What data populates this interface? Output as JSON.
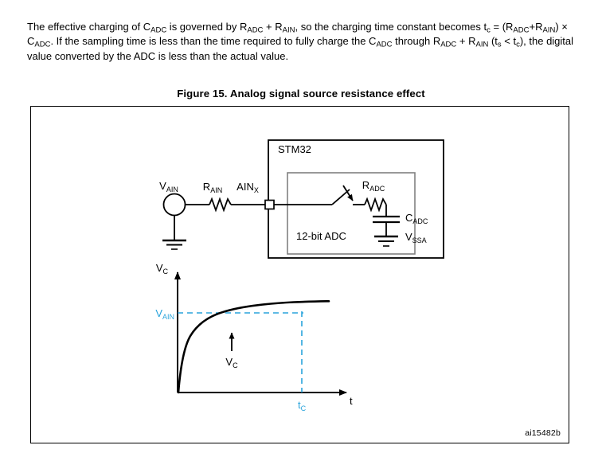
{
  "document": {
    "body_paragraph": {
      "segments": [
        {
          "t": "The effective charging of C"
        },
        {
          "t": "ADC",
          "sub": true
        },
        {
          "t": " is governed by R"
        },
        {
          "t": "ADC",
          "sub": true
        },
        {
          "t": " + R"
        },
        {
          "t": "AIN",
          "sub": true
        },
        {
          "t": ", so the charging time constant becomes t"
        },
        {
          "t": "c",
          "sub": true
        },
        {
          "t": " = (R"
        },
        {
          "t": "ADC",
          "sub": true
        },
        {
          "t": "+R"
        },
        {
          "t": "AIN",
          "sub": true
        },
        {
          "t": ") × C"
        },
        {
          "t": "ADC",
          "sub": true
        },
        {
          "t": ". If the sampling time is less than the time required to fully charge the C"
        },
        {
          "t": "ADC",
          "sub": true
        },
        {
          "t": " through R"
        },
        {
          "t": "ADC",
          "sub": true
        },
        {
          "t": " + R"
        },
        {
          "t": "AIN",
          "sub": true
        },
        {
          "t": " (t"
        },
        {
          "t": "s",
          "sub": true
        },
        {
          "t": " < t"
        },
        {
          "t": "c",
          "sub": true
        },
        {
          "t": "), the digital value converted by the ADC is less than the actual value."
        }
      ]
    },
    "figure": {
      "caption": "Figure 15. Analog signal source resistance effect",
      "identifier": "ai15482b",
      "circuit": {
        "chip_label": "STM32",
        "adc_block_label": "12-bit ADC",
        "source_label": "VAIN",
        "source_label_main": "V",
        "source_label_sub": "AIN",
        "series_resistor_main": "R",
        "series_resistor_sub": "AIN",
        "pin_label_main": "AIN",
        "pin_label_sub": "X",
        "adc_resistor_main": "R",
        "adc_resistor_sub": "ADC",
        "adc_capacitor_main": "C",
        "adc_capacitor_sub": "ADC",
        "ground_label_main": "V",
        "ground_label_sub": "SSA"
      },
      "graph": {
        "y_axis_label_main": "V",
        "y_axis_label_sub": "C",
        "x_axis_label": "t",
        "level_label_main": "V",
        "level_label_sub": "AIN",
        "curve_label_main": "V",
        "curve_label_sub": "C",
        "time_marker_main": "t",
        "time_marker_sub": "C"
      }
    }
  },
  "colors": {
    "accent_blue": "#2AA4DC",
    "line_black": "#000000",
    "inner_box_gray": "#808080",
    "page_background": "#FFFFFF"
  },
  "chart_data": {
    "type": "line",
    "title": "Analog signal source resistance effect",
    "xlabel": "t",
    "ylabel": "Vc",
    "grid": false,
    "legend": null,
    "series": [
      {
        "name": "Vc",
        "description": "Exponential capacitor charging curve Vc = VAIN * (1 - e^(-t/tc))",
        "x": [
          0,
          0.05,
          0.1,
          0.2,
          0.3,
          0.45,
          0.6,
          0.8,
          1.0,
          1.3,
          1.6,
          2.0,
          2.5,
          3.0
        ],
        "y": [
          0,
          0.22,
          0.37,
          0.55,
          0.67,
          0.79,
          0.86,
          0.92,
          0.95,
          0.975,
          0.99,
          0.995,
          1.0,
          1.0
        ]
      }
    ],
    "annotations": [
      {
        "label": "VAIN",
        "type": "horizontal-dashed-level",
        "y": 1.0,
        "color": "#2AA4DC"
      },
      {
        "label": "tC",
        "type": "vertical-dashed-marker",
        "x": 2.05,
        "color": "#2AA4DC"
      },
      {
        "label": "Vc",
        "type": "arrow-pointer",
        "x": 0.62,
        "y": 0.86,
        "color": "#000000"
      }
    ],
    "xlim": [
      0,
      3.1
    ],
    "ylim": [
      0,
      1.18
    ]
  }
}
